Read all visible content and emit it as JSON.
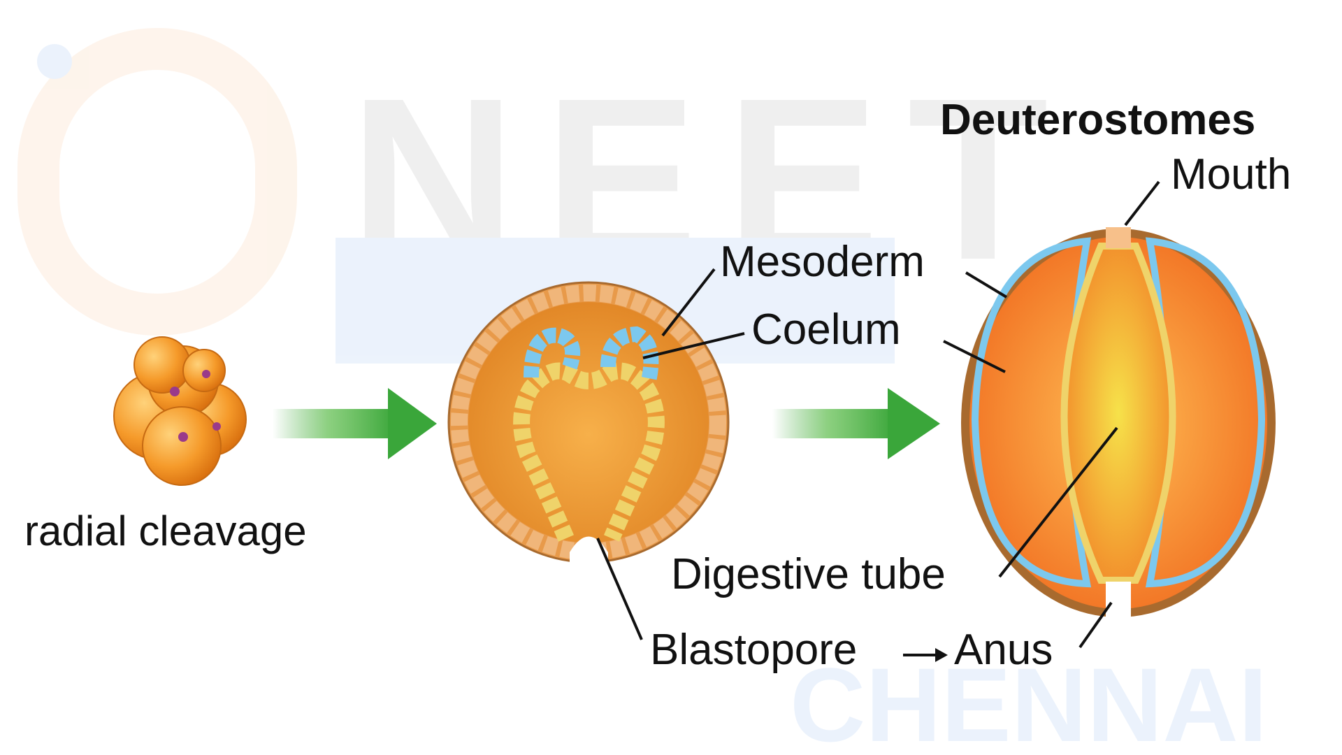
{
  "title": "Deuterostomes",
  "labels": {
    "radial_cleavage": "radial cleavage",
    "mesoderm": "Mesoderm",
    "coelum": "Coelum",
    "mouth": "Mouth",
    "digestive_tube": "Digestive tube",
    "blastopore": "Blastopore",
    "anus": "Anus"
  },
  "watermark": {
    "line1": "NEET",
    "line2": "CHENNAI"
  },
  "colors": {
    "title": "#1a0fa0",
    "radial_cleavage_text": "#7a1010",
    "arrow": "#3aa63a",
    "cell_orange": "#f08a1e",
    "mesoderm_blue": "#7cc8ee",
    "endoderm_yellow": "#efd36a",
    "outline_brown": "#a86a2e"
  }
}
